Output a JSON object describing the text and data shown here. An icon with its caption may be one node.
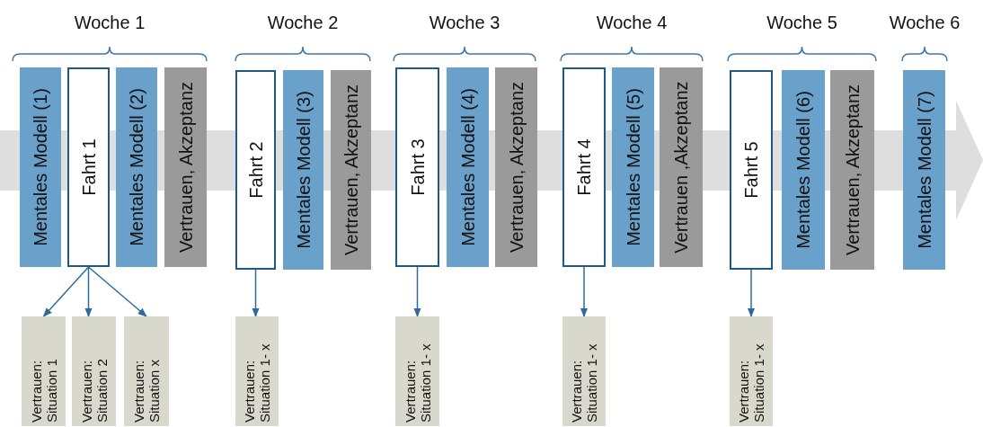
{
  "diagram": {
    "nodes": [
      {
        "text": [
          "Mentales Modell (1)"
        ]
      },
      {
        "text": [
          "Fahrt 1"
        ]
      },
      {
        "text": [
          "Mentales Modell (2)"
        ]
      },
      {
        "text": [
          "Vertrauen, Akzeptanz"
        ]
      },
      {
        "text": [
          "Fahrt 2"
        ]
      },
      {
        "text": [
          "Mentales Modell (3)"
        ]
      },
      {
        "text": [
          "Vertrauen, Akzeptanz"
        ]
      },
      {
        "text": [
          "Fahrt 3"
        ]
      },
      {
        "text": [
          "Mentales Modell (4)"
        ]
      },
      {
        "text": [
          "Vertrauen, Akzeptanz"
        ]
      },
      {
        "text": [
          "Fahrt 4"
        ]
      },
      {
        "text": [
          "Mentales Modell (5)"
        ]
      },
      {
        "text": [
          "Vertrauen ,Akzeptanz"
        ]
      },
      {
        "text": [
          "Fahrt 5"
        ]
      },
      {
        "text": [
          "Mentales Modell (6)"
        ]
      },
      {
        "text": [
          "Vertrauen, Akzeptanz"
        ]
      },
      {
        "text": [
          "Mentales Modell (7)"
        ]
      },
      {
        "text": [
          "Vertrauen: Situation 1"
        ]
      },
      {
        "text": [
          "Vertrauen: Situation 2"
        ]
      },
      {
        "text": [
          "Vertrauen: Situation x"
        ]
      },
      {
        "text": [
          "Vertrauen: Situation 1- x"
        ]
      },
      {
        "text": [
          "Vertrauen: Situation 1- x"
        ]
      },
      {
        "text": [
          "Vertrauen: Situation 1- x"
        ]
      },
      {
        "text": [
          "Vertrauen: Situation 1- x"
        ]
      }
    ],
    "edges": [
      {
        "from": 1,
        "to": 17,
        "arrow": "to"
      },
      {
        "from": 1,
        "to": 18,
        "arrow": "to"
      },
      {
        "from": 1,
        "to": 19,
        "arrow": "to"
      },
      {
        "from": 4,
        "to": 20,
        "arrow": "to"
      },
      {
        "from": 7,
        "to": 21,
        "arrow": "to"
      },
      {
        "from": 10,
        "to": 22,
        "arrow": "to"
      },
      {
        "from": 13,
        "to": 23,
        "arrow": "to"
      }
    ],
    "labels": [
      "Woche 1",
      "Woche 2",
      "Woche 3",
      "Woche 4",
      "Woche 5",
      "Woche 6"
    ]
  }
}
